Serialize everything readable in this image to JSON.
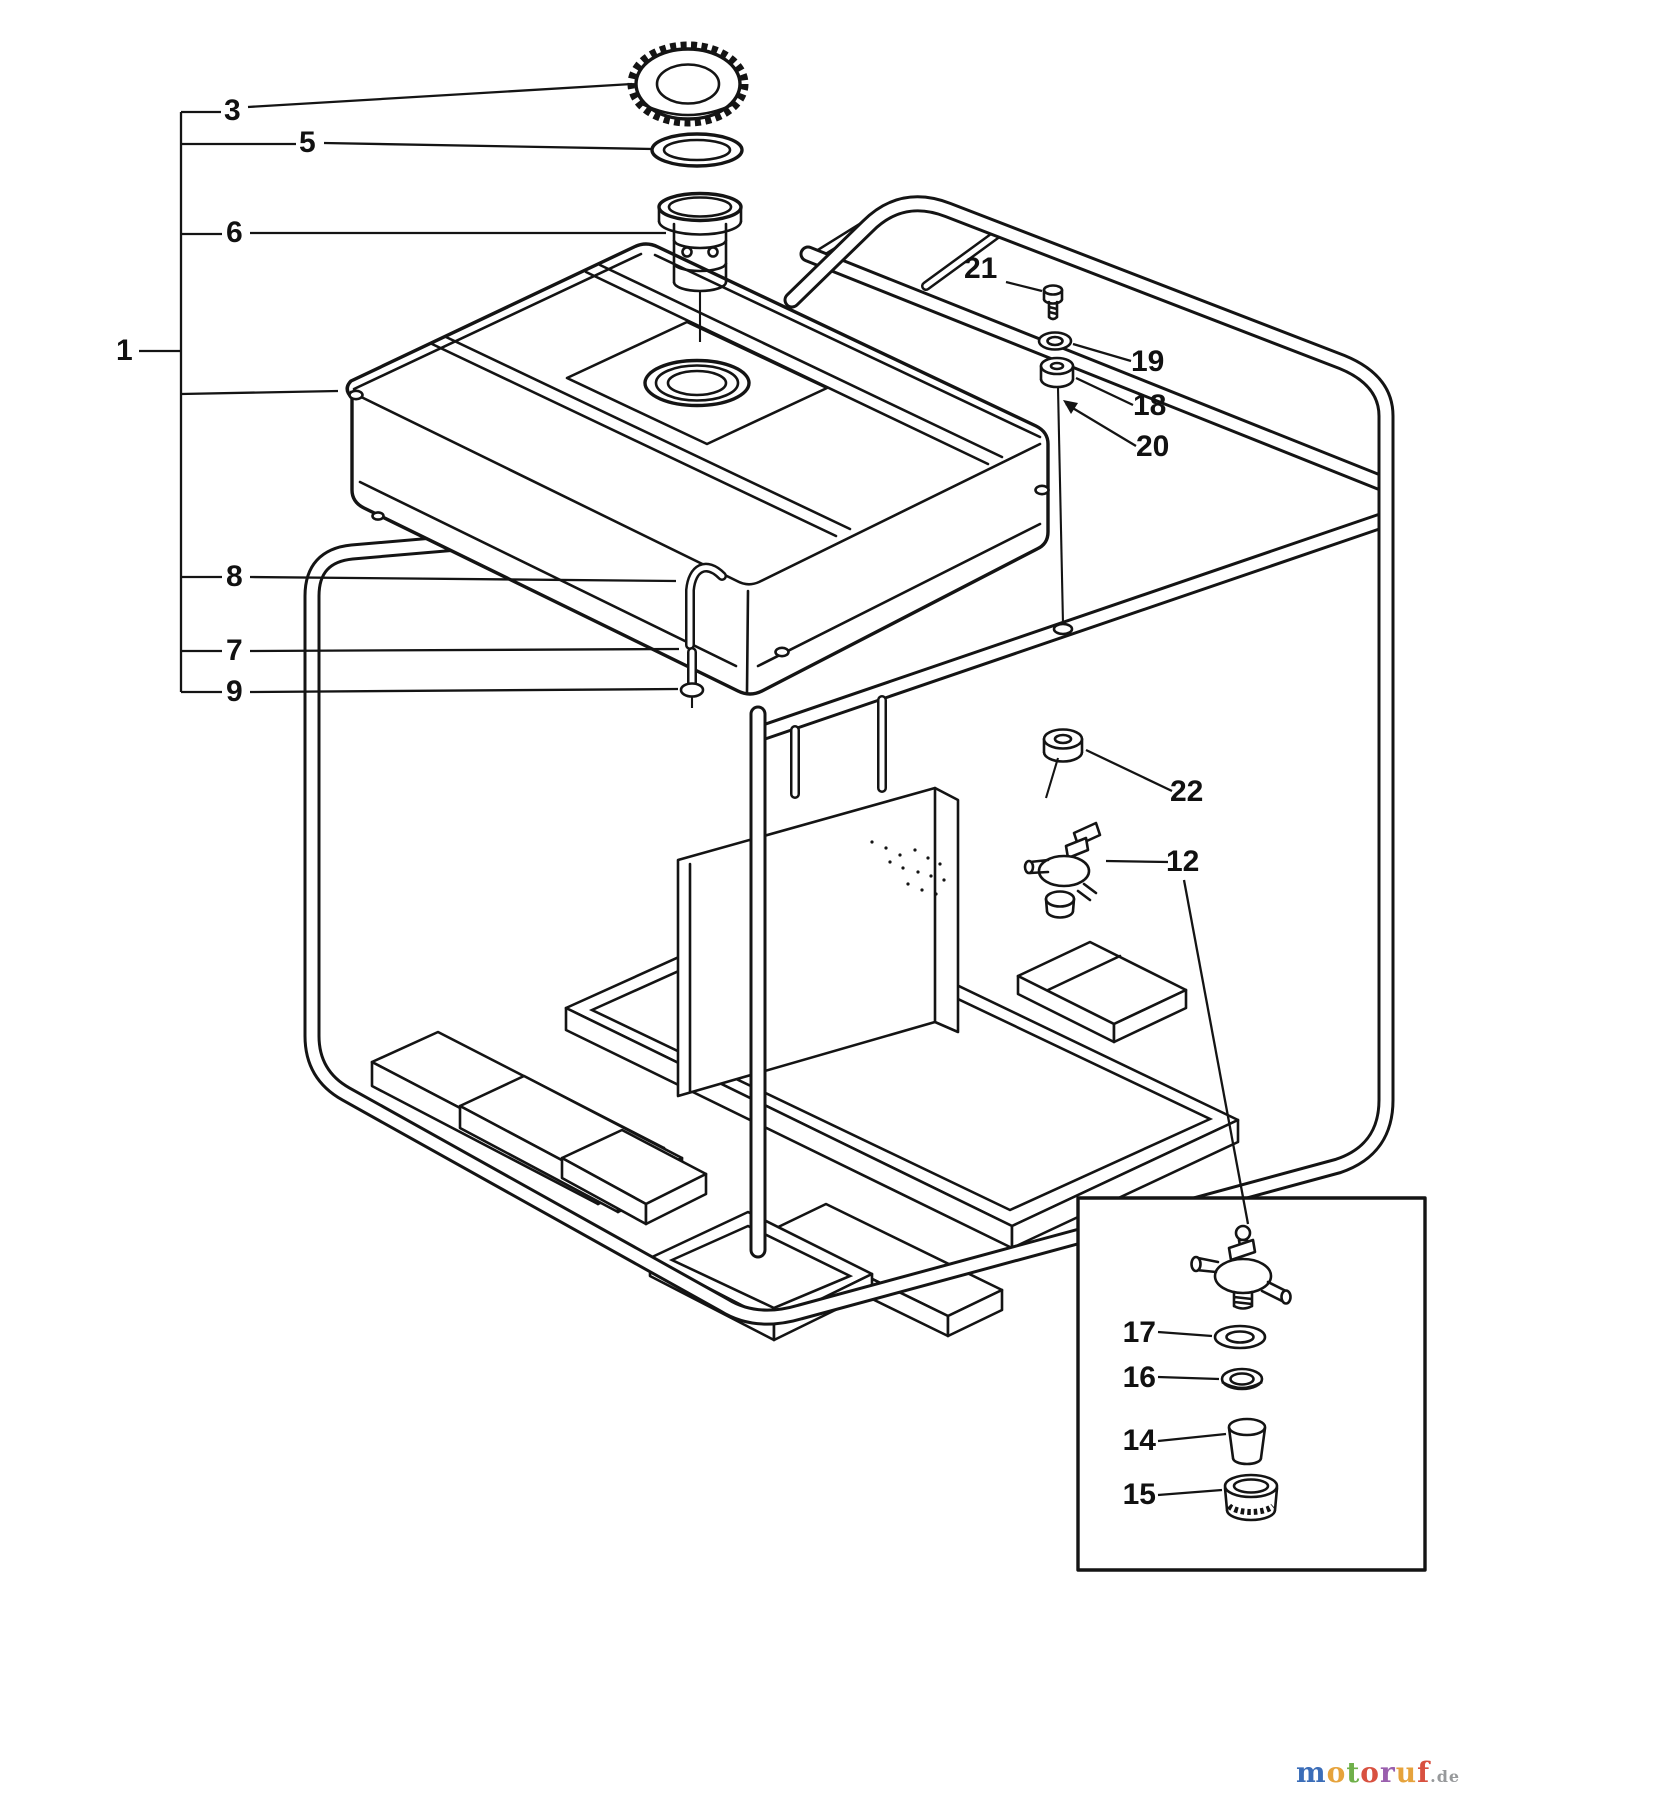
{
  "diagram": {
    "description": "Exploded parts diagram of a portable generator fuel tank assembly inside a tubular carry frame, with numbered callouts and a detail inset of the fuel valve.",
    "background": "#ffffff",
    "ink": "#141414"
  },
  "callouts": {
    "c1": "1",
    "c3": "3",
    "c5": "5",
    "c6": "6",
    "c7": "7",
    "c8": "8",
    "c9": "9",
    "c12": "12",
    "c14": "14",
    "c15": "15",
    "c16": "16",
    "c17": "17",
    "c18": "18",
    "c19": "19",
    "c20": "20",
    "c21": "21",
    "c22": "22"
  },
  "watermark": {
    "word": "motoruf",
    "letters": [
      {
        "char": "m",
        "color": "#3b6db8"
      },
      {
        "char": "o",
        "color": "#e6a33c"
      },
      {
        "char": "t",
        "color": "#6fb04a"
      },
      {
        "char": "o",
        "color": "#d85140"
      },
      {
        "char": "r",
        "color": "#9a5fae"
      },
      {
        "char": "u",
        "color": "#e6a33c"
      },
      {
        "char": "f",
        "color": "#d85140"
      }
    ],
    "suffix": ".de",
    "suffix_color": "#97999b"
  }
}
